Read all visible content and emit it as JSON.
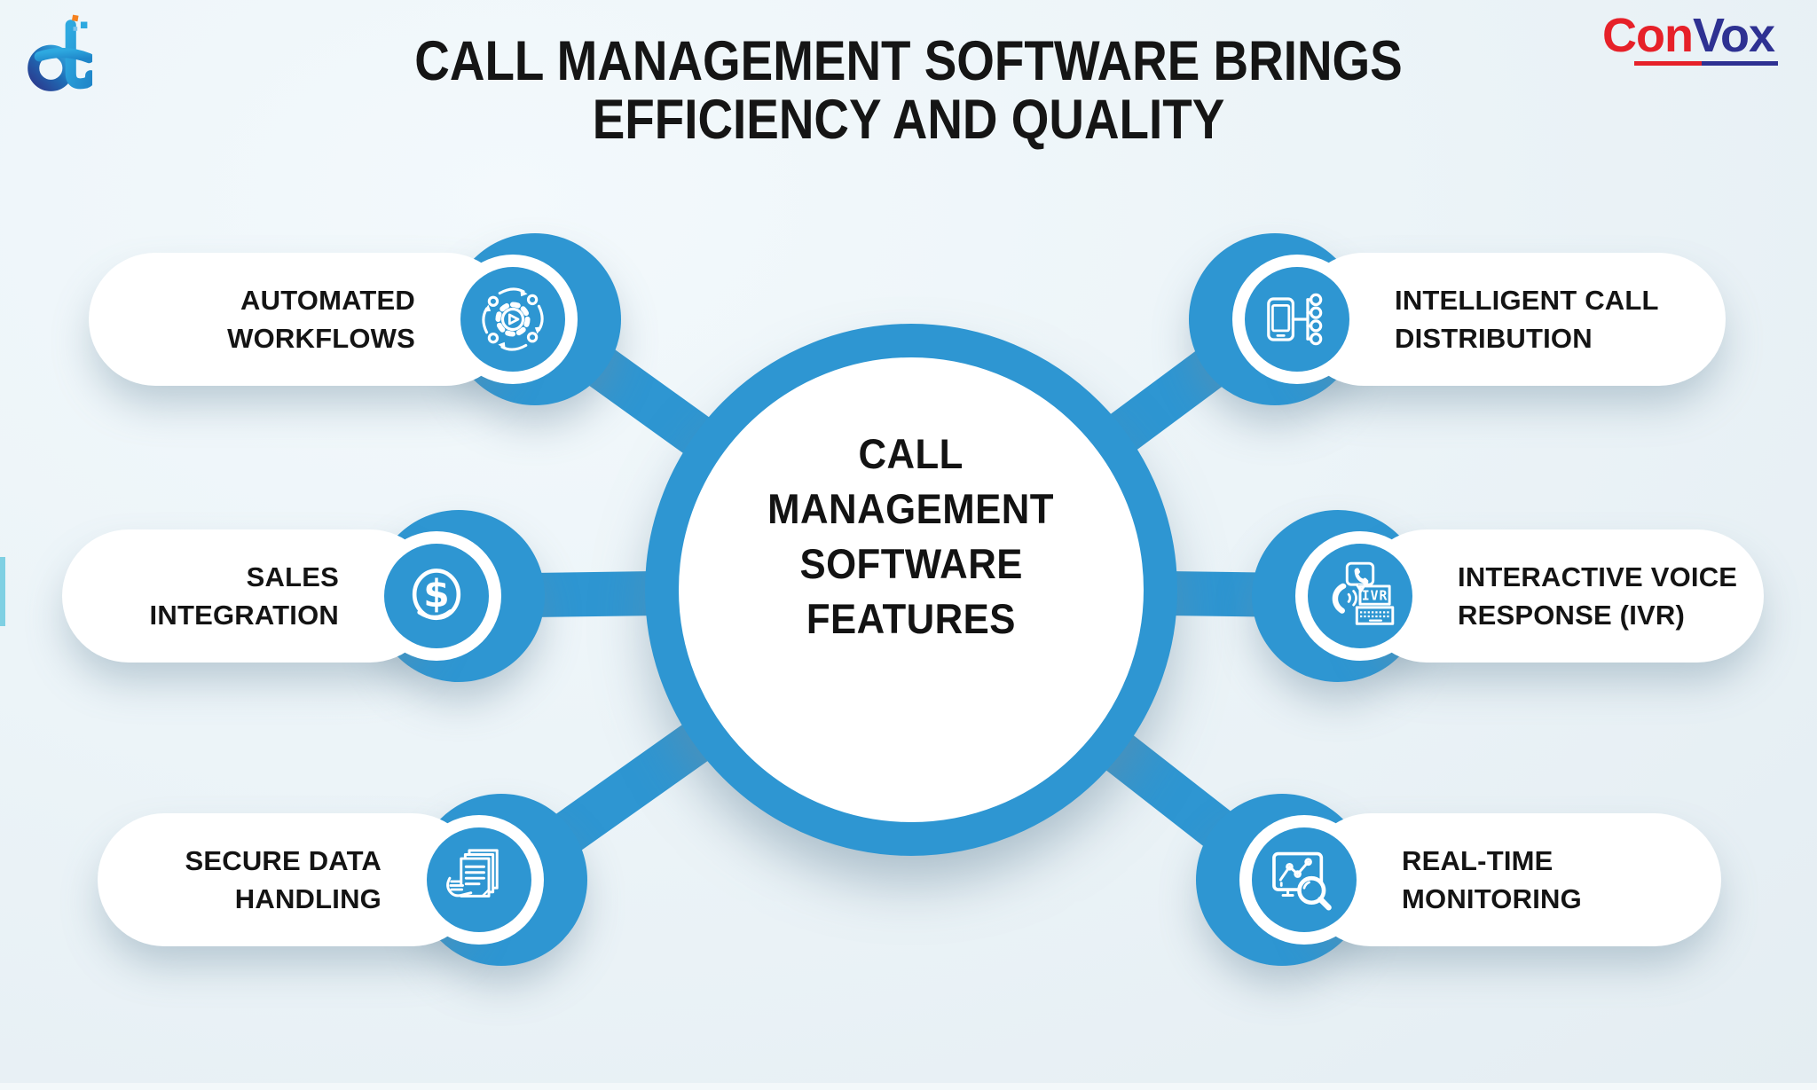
{
  "colors": {
    "accent_blue": "#2e96d2",
    "title_text": "#151515",
    "convox_red": "#e62129",
    "convox_navy": "#2e3192",
    "background": "#ecf4f8",
    "icon_stroke": "#ffffff"
  },
  "header": {
    "title_line1": "CALL MANAGEMENT SOFTWARE BRINGS",
    "title_line2": "EFFICIENCY AND QUALITY"
  },
  "logos": {
    "dt_icon": "dt-logo",
    "convox_red_part": "Con",
    "convox_blue_part": "Vox"
  },
  "hub": {
    "line1": "CALL",
    "line2": "MANAGEMENT",
    "line3": "SOFTWARE",
    "line4": "FEATURES"
  },
  "features": {
    "automated_workflows": {
      "line1": "AUTOMATED",
      "line2": "WORKFLOWS",
      "icon": "workflow-cycle-gear-icon"
    },
    "sales_integration": {
      "line1": "SALES",
      "line2": "INTEGRATION",
      "icon": "dollar-circle-icon",
      "icon_text": "$"
    },
    "secure_data_handling": {
      "line1": "SECURE DATA",
      "line2": "HANDLING",
      "icon": "hand-documents-icon"
    },
    "intelligent_call_distribution": {
      "line1": "INTELLIGENT CALL",
      "line2": "DISTRIBUTION",
      "icon": "phone-distribution-icon"
    },
    "interactive_voice_response": {
      "line1": "INTERACTIVE VOICE",
      "line2": "RESPONSE (IVR)",
      "icon": "ivr-machine-icon",
      "icon_text": "IVR"
    },
    "real_time_monitoring": {
      "line1": "REAL-TIME",
      "line2": "MONITORING",
      "icon": "monitor-magnifier-icon"
    }
  }
}
